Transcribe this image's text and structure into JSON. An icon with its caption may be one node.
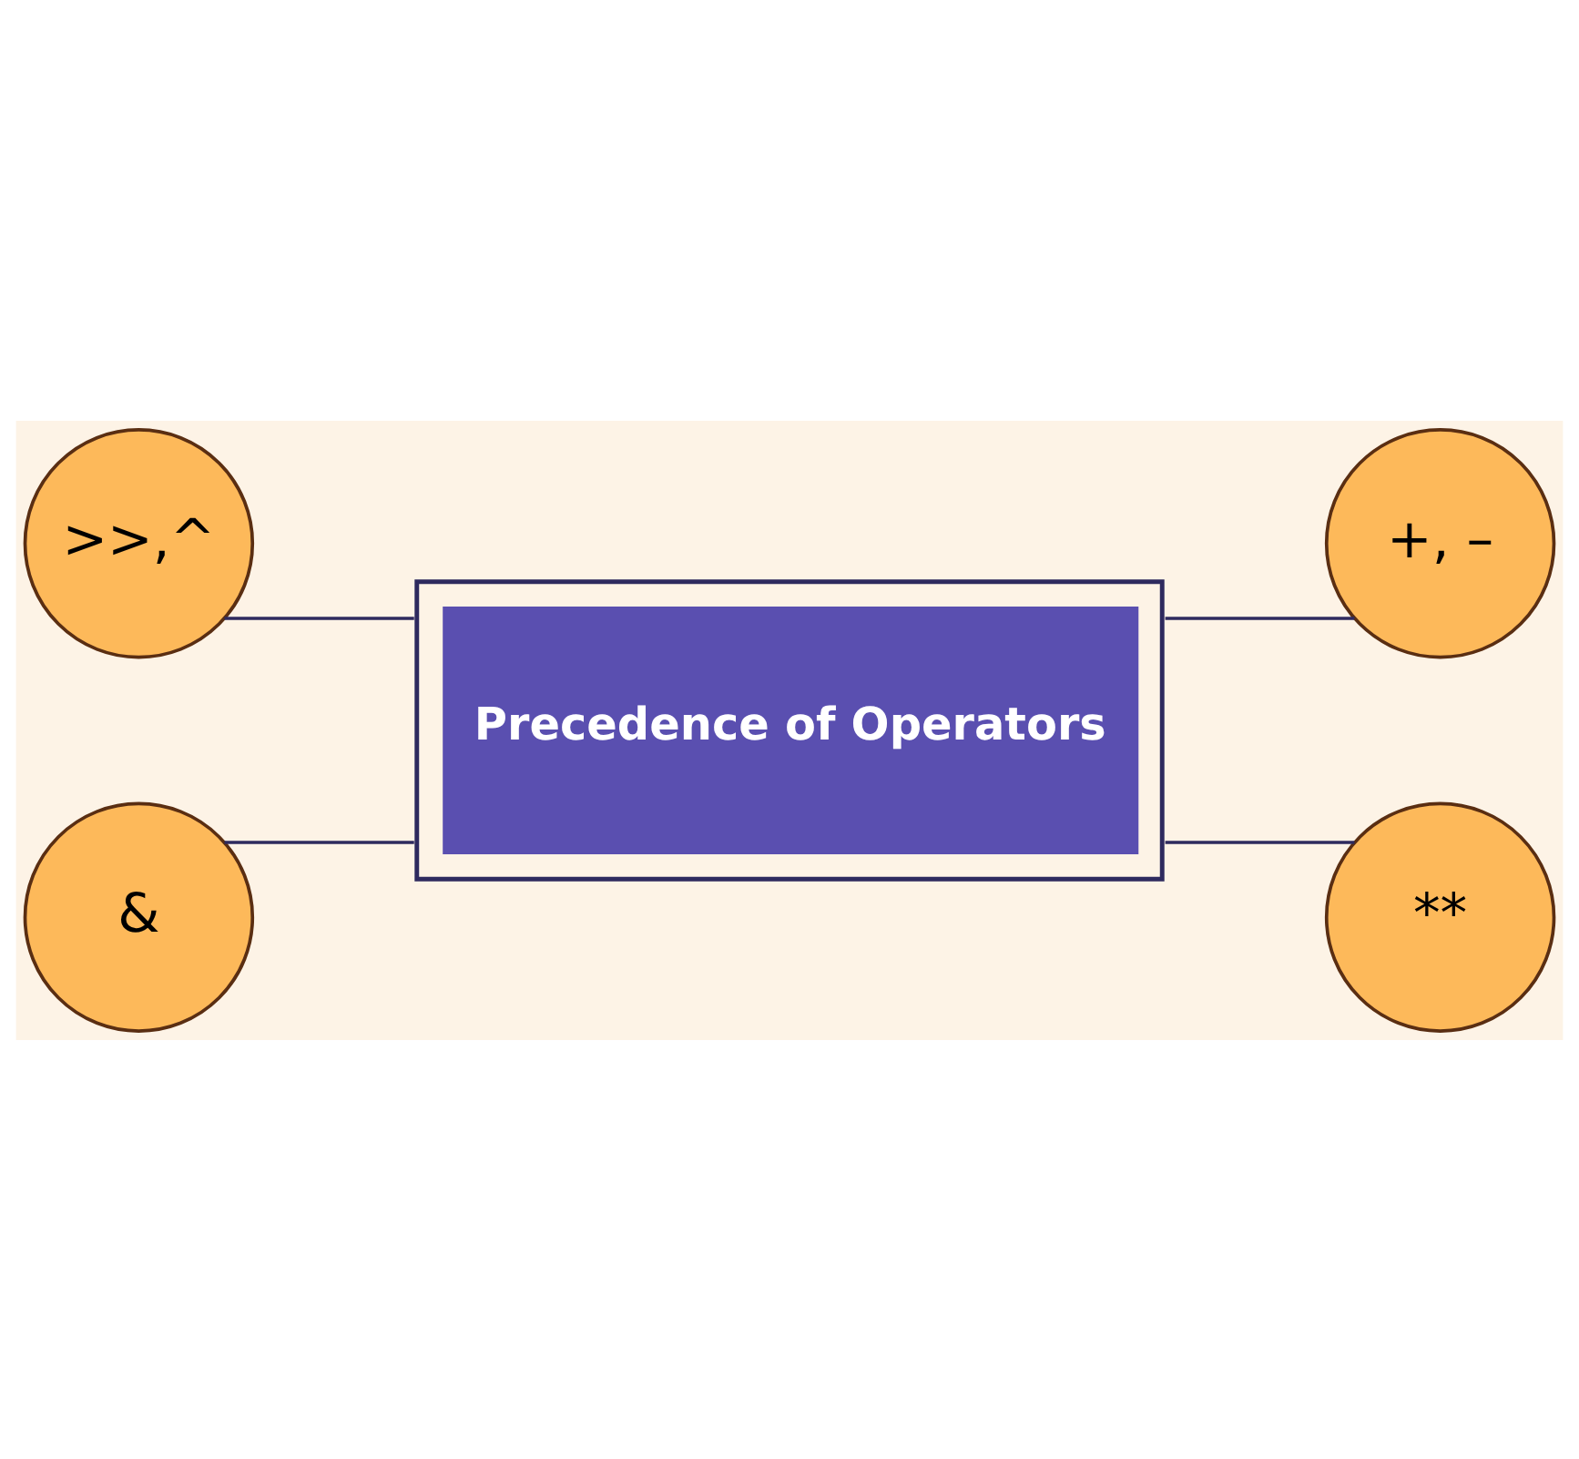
{
  "diagram": {
    "nodes": [
      {
        "text": [
          ">>,^"
        ]
      },
      {
        "text": [
          "+, –"
        ]
      },
      {
        "text": [
          "Precedence of Operators"
        ]
      },
      {
        "text": [
          "&"
        ]
      },
      {
        "text": [
          "**"
        ]
      }
    ],
    "edges": [
      {
        "from": 0,
        "to": 2,
        "arrow": "none"
      },
      {
        "from": 2,
        "to": 1,
        "arrow": "none"
      },
      {
        "from": 3,
        "to": 2,
        "arrow": "none"
      },
      {
        "from": 2,
        "to": 4,
        "arrow": "none"
      }
    ]
  }
}
